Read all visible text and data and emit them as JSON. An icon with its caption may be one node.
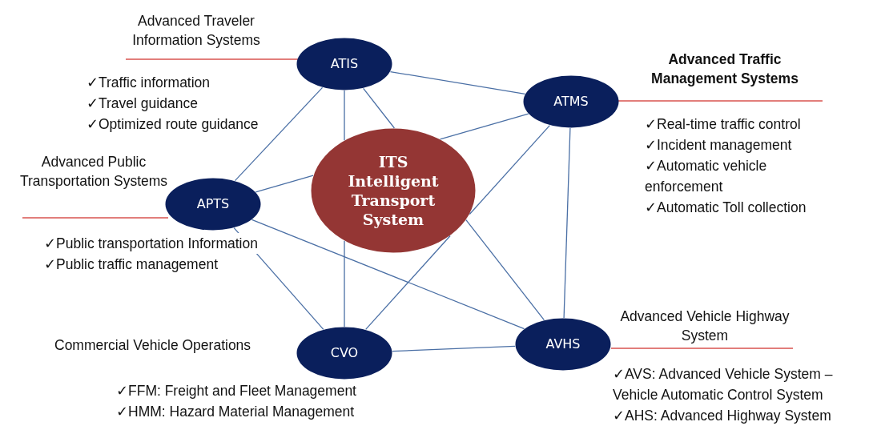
{
  "diagram": {
    "nodes": [
      {
        "text": [
          "ITS Intelligent Transport System"
        ]
      },
      {
        "text": [
          "ATIS"
        ],
        "beside": [
          "Advanced Traveler Information Systems",
          "✓Traffic information",
          "✓Travel guidance",
          "✓Optimized route guidance"
        ]
      },
      {
        "text": [
          "ATMS"
        ],
        "beside": [
          "Advanced Traffic Management Systems",
          "✓Real-time traffic control",
          "✓Incident management",
          "✓Automatic vehicle enforcement",
          "✓Automatic Toll collection"
        ]
      },
      {
        "text": [
          "APTS"
        ],
        "beside": [
          "Advanced Public Transportation Systems",
          "✓Public transportation Information",
          "✓Public traffic management"
        ]
      },
      {
        "text": [
          "CVO"
        ],
        "beside": [
          "Commercial Vehicle Operations",
          "✓FFM: Freight and Fleet Management",
          "✓HMM: Hazard Material Management"
        ]
      },
      {
        "text": [
          "AVHS"
        ],
        "beside": [
          "Advanced Vehicle Highway System",
          "✓AVS: Advanced Vehicle System – Vehicle Automatic Control System",
          "✓AHS: Advanced Highway System"
        ]
      }
    ],
    "edges": [
      {
        "from": 1,
        "to": 2,
        "arrow": "none"
      },
      {
        "from": 1,
        "to": 3,
        "arrow": "none"
      },
      {
        "from": 1,
        "to": 0,
        "arrow": "none"
      },
      {
        "from": 1,
        "to": 0,
        "arrow": "none"
      },
      {
        "from": 3,
        "to": 0,
        "arrow": "none"
      },
      {
        "from": 0,
        "to": 2,
        "arrow": "none"
      },
      {
        "from": 2,
        "to": 0,
        "arrow": "none"
      },
      {
        "from": 0,
        "to": 4,
        "arrow": "none"
      },
      {
        "from": 2,
        "to": 5,
        "arrow": "none"
      },
      {
        "from": 0,
        "to": 4,
        "arrow": "none"
      },
      {
        "from": 0,
        "to": 5,
        "arrow": "none"
      },
      {
        "from": 3,
        "to": 4,
        "arrow": "none"
      },
      {
        "from": 3,
        "to": 5,
        "arrow": "none"
      },
      {
        "from": 4,
        "to": 5,
        "arrow": "none"
      }
    ]
  }
}
